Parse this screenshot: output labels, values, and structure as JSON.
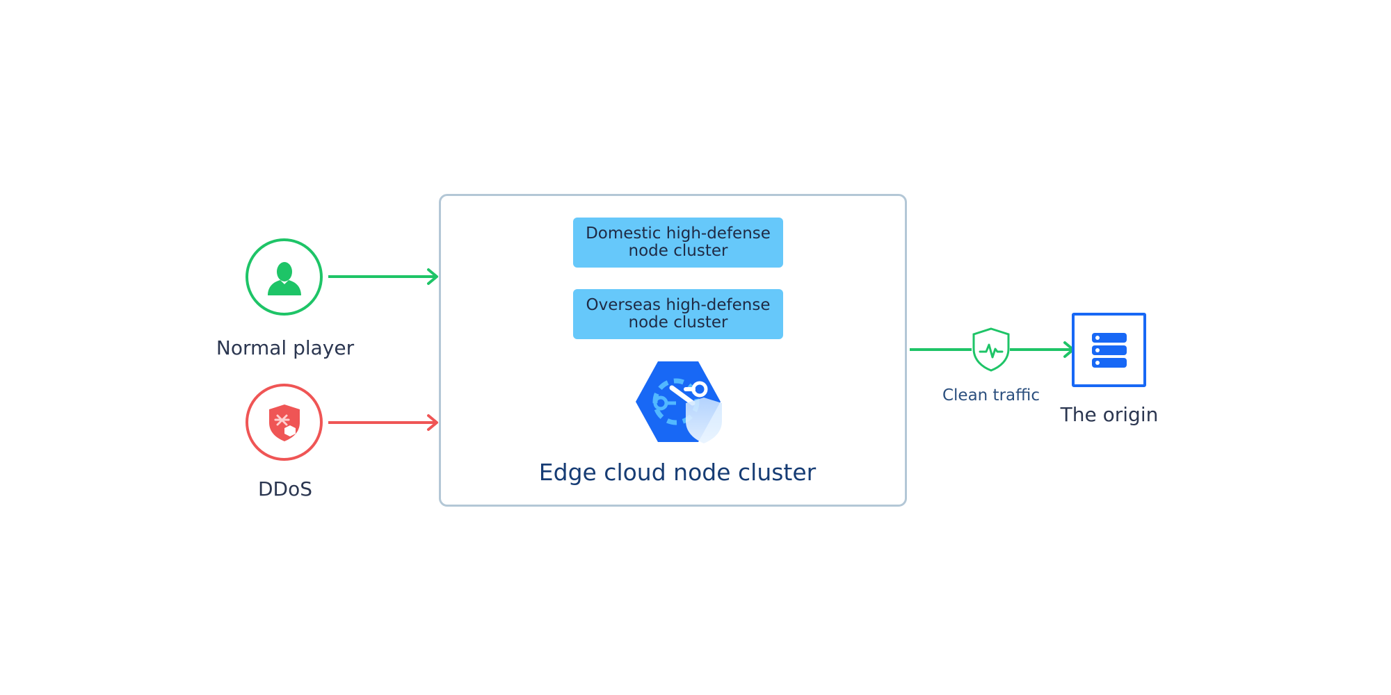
{
  "sources": {
    "normal_player": {
      "label": "Normal player",
      "icon": "user-icon",
      "color": "#1ec467"
    },
    "ddos": {
      "label": "DDoS",
      "icon": "attack-shield-icon",
      "color": "#ef5555"
    }
  },
  "edge_cluster": {
    "title": "Edge cloud node cluster",
    "nodes": [
      {
        "label": "Domestic high-defense\nnode cluster"
      },
      {
        "label": "Overseas high-defense\nnode cluster"
      }
    ],
    "icon": "edge-cloud-hexagon-icon",
    "accent": "#1868f5",
    "pill_color": "#66c8fa"
  },
  "clean_traffic": {
    "label": "Clean traffic",
    "icon": "heartbeat-shield-icon",
    "color": "#1ec467"
  },
  "origin": {
    "label": "The origin",
    "icon": "server-icon",
    "color": "#1868f5"
  }
}
